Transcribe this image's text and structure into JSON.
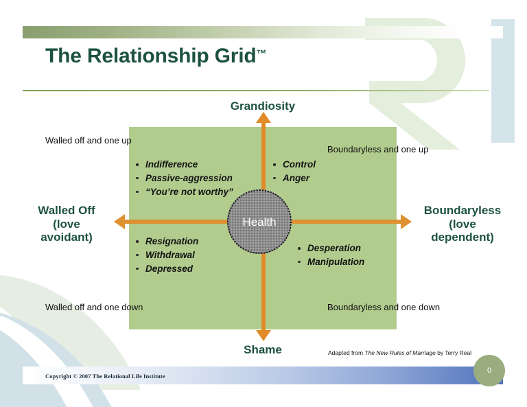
{
  "slide": {
    "title": "The Relationship Grid",
    "title_tm": "™",
    "page_number": "0",
    "copyright": "Copyright © 2007 The Relational Life Institute"
  },
  "axes": {
    "top": "Grandiosity",
    "bottom": "Shame",
    "left": "Walled Off\n(love\navoidant)",
    "left_line1": "Walled Off",
    "left_line2": "(love",
    "left_line3": "avoidant)",
    "right_line1": "Boundaryless",
    "right_line2": "(love",
    "right_line3": "dependent)"
  },
  "center": {
    "label": "Health"
  },
  "quadrants": {
    "top_left": {
      "label": "Walled off and one up",
      "items": [
        "Indifference",
        "Passive-aggression",
        "“You’re not worthy”"
      ]
    },
    "top_right": {
      "label": "Boundaryless and one up",
      "items": [
        "Control",
        "Anger"
      ]
    },
    "bottom_left": {
      "label": "Walled off and one down",
      "items": [
        "Resignation",
        "Withdrawal",
        "Depressed"
      ]
    },
    "bottom_right": {
      "label": "Boundaryless and one down",
      "items": [
        "Desperation",
        "Manipulation"
      ]
    }
  },
  "attribution": {
    "prefix": "Adapted from ",
    "book_title": "The New Rules of Marriage",
    "suffix": " by Terry Real"
  },
  "colors": {
    "title_green": "#1d5240",
    "grid_green": "#b2cc8e",
    "axis_orange": "#e08b28",
    "header_olive": "#8a9e70",
    "footer_blue": "#5273bb",
    "badge_green": "#9aad7e",
    "deco_blue": "#d4e4ea"
  }
}
